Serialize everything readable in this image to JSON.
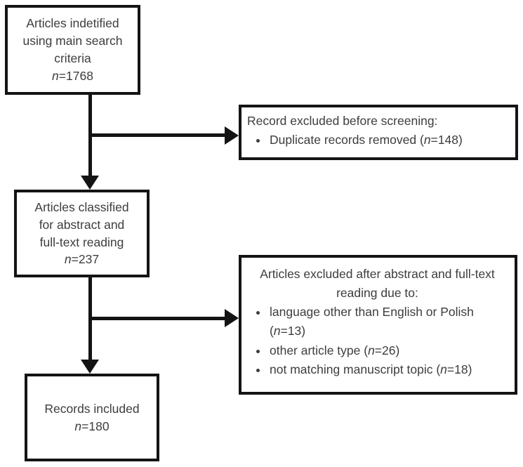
{
  "boxes": {
    "identified": {
      "line1": "Articles indetified",
      "line2": "using main search",
      "line3": "criteria",
      "n": "n",
      "count": "=1768"
    },
    "excluded_screening": {
      "header": "Record excluded before screening:",
      "bullets": [
        {
          "pre": "Duplicate records removed (",
          "n": "n",
          "post": "=148)"
        }
      ]
    },
    "classified": {
      "line1": "Articles classified",
      "line2": "for abstract and",
      "line3": "full-text reading",
      "n": "n",
      "count": "=237"
    },
    "excluded_fulltext": {
      "header": "Articles excluded after abstract and full-text reading due to:",
      "bullets": [
        {
          "pre": "language other than English or Polish (",
          "n": "n",
          "post": "=13)"
        },
        {
          "pre": "other article type (",
          "n": "n",
          "post": "=26)"
        },
        {
          "pre": "not matching manuscript topic (",
          "n": "n",
          "post": "=18)"
        }
      ]
    },
    "included": {
      "line1": "Records included",
      "n": "n",
      "count": "=180"
    }
  },
  "colors": {
    "line": "#141414",
    "text": "#3d3d3d",
    "background": "#ffffff"
  }
}
